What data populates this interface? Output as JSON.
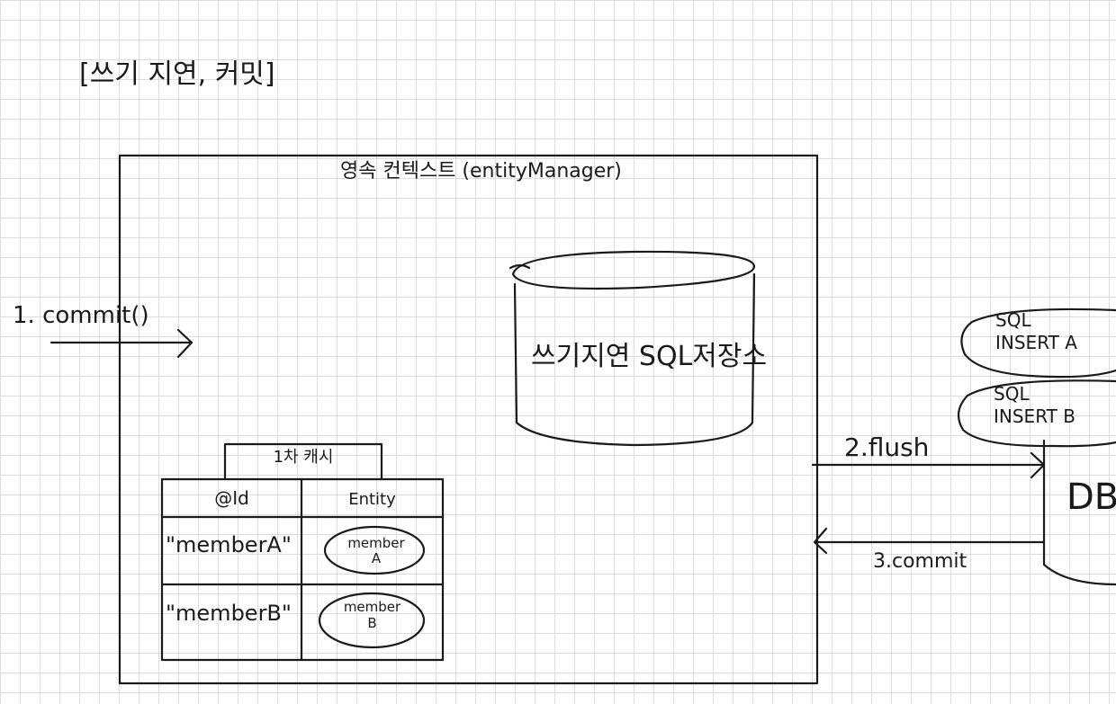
{
  "title": "[쓰기 지연, 커밋]",
  "context": {
    "title": "영속 컨텍스트 (entityManager)"
  },
  "steps": {
    "commit_request": "1. commit()",
    "flush": "2.flush",
    "commit_db": "3.commit"
  },
  "sql_store": {
    "label": "쓰기지연 SQL저장소"
  },
  "first_level_cache": {
    "title": "1차 캐시",
    "columns": [
      "@Id",
      "Entity"
    ],
    "rows": [
      {
        "id": "\"memberA\"",
        "entity_line1": "member",
        "entity_line2": "A"
      },
      {
        "id": "\"memberB\"",
        "entity_line1": "member",
        "entity_line2": "B"
      }
    ]
  },
  "db": {
    "label": "DB",
    "pending_sql": [
      {
        "line1": "SQL",
        "line2": "INSERT A"
      },
      {
        "line1": "SQL",
        "line2": "INSERT B"
      }
    ]
  },
  "colors": {
    "ink": "#1a1a1a",
    "grid": "#dcdcdc",
    "paper": "#ffffff"
  }
}
